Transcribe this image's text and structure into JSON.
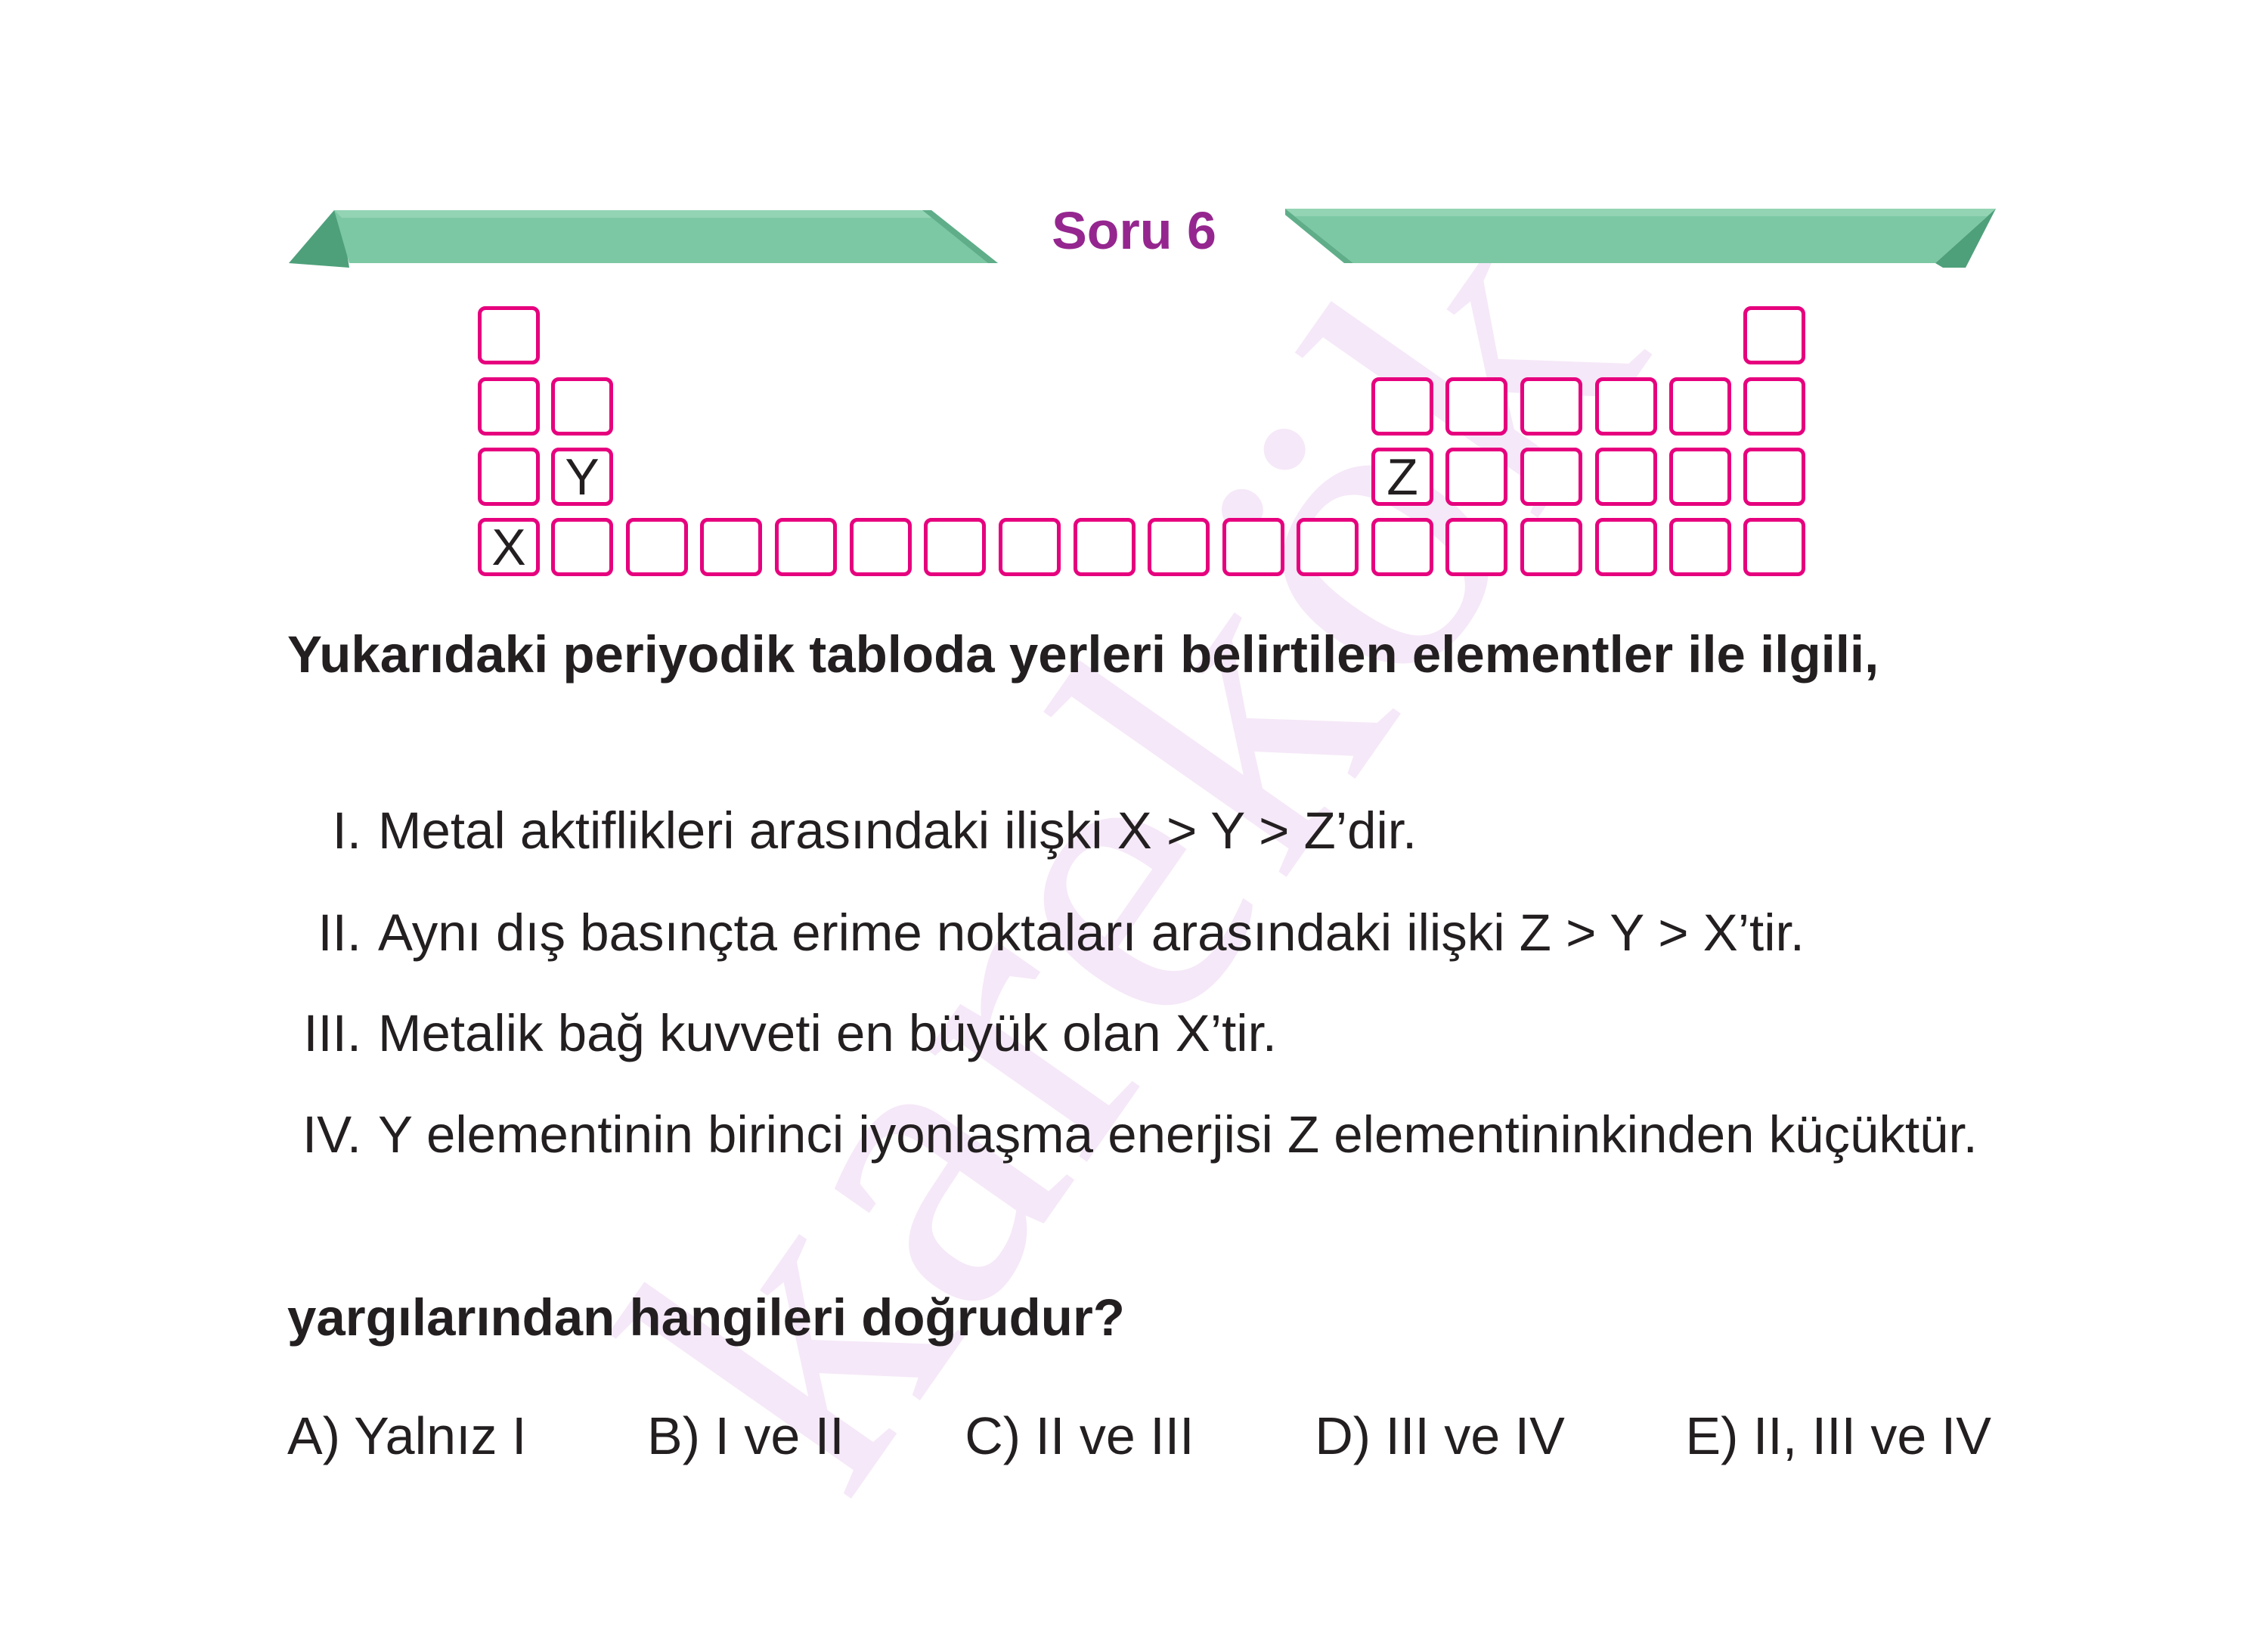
{
  "header": {
    "title": "Soru 6"
  },
  "periodic_table": {
    "labels": {
      "x": "X",
      "y": "Y",
      "z": "Z"
    }
  },
  "question": {
    "intro": "Yukarıdaki periyodik tabloda yerleri belirtilen elementler ile ilgili,",
    "statements": [
      {
        "num": "I.",
        "text": "Metal aktiflikleri arasındaki ilişki X > Y > Z’dir."
      },
      {
        "num": "II.",
        "text": "Aynı dış basınçta erime noktaları arasındaki ilişki Z > Y > X’tir."
      },
      {
        "num": "III.",
        "text": "Metalik bağ kuvveti en büyük olan X’tir."
      },
      {
        "num": "IV.",
        "text": "Y elementinin birinci iyonlaşma enerjisi Z elementininkinden küçüktür."
      }
    ],
    "prompt": "yargılarından hangileri doğrudur?"
  },
  "answers": [
    {
      "label": "A) Yalnız I"
    },
    {
      "label": "B) I ve II"
    },
    {
      "label": "C) II ve III"
    },
    {
      "label": "D) III ve IV"
    },
    {
      "label": "E) II, III ve IV"
    }
  ],
  "watermark": {
    "text": "karekök"
  },
  "colors": {
    "banner": "#7cc8a4",
    "banner_dark": "#4ea07a",
    "title": "#95268f",
    "cell_border": "#e6007e"
  }
}
